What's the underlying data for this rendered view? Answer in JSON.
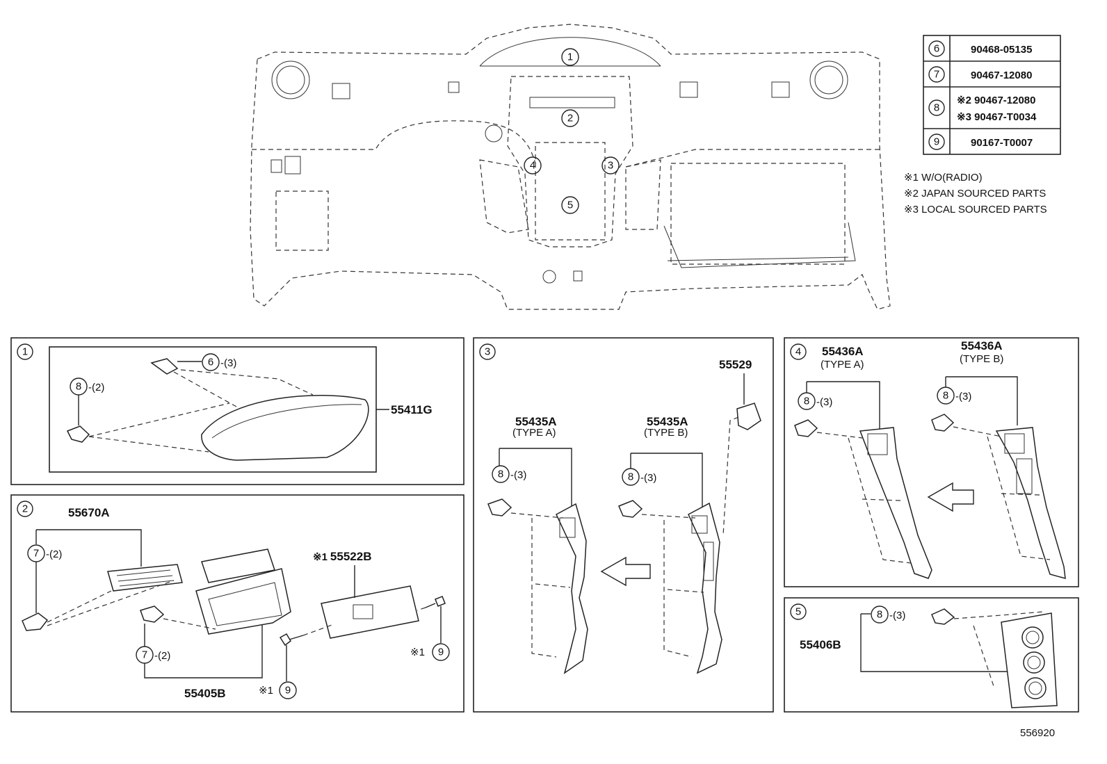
{
  "diagram_number": "556920",
  "legend_table": [
    {
      "ref": "6",
      "part": "90468-05135"
    },
    {
      "ref": "7",
      "part": "90467-12080"
    },
    {
      "ref": "8",
      "line1": "※2 90467-12080",
      "line2": "※3 90467-T0034"
    },
    {
      "ref": "9",
      "part": "90167-T0007"
    }
  ],
  "notes": [
    "※1 W/O(RADIO)",
    "※2 JAPAN SOURCED PARTS",
    "※3 LOCAL SOURCED PARTS"
  ],
  "overview_callouts": [
    "1",
    "2",
    "3",
    "4",
    "5"
  ],
  "panel1": {
    "num": "1",
    "part": "55411G",
    "c6": "6",
    "q6": "-(3)",
    "c8": "8",
    "q8": "-(2)"
  },
  "panel2": {
    "num": "2",
    "part_a": "55670A",
    "part_b": "55405B",
    "part_c": "55522B",
    "mark_c": "※1",
    "c7a": "7",
    "q7a": "-(2)",
    "c7b": "7",
    "q7b": "-(2)",
    "c9a": "9",
    "mark9a": "※1",
    "c9b": "9",
    "mark9b": "※1"
  },
  "panel3": {
    "num": "3",
    "part_a": "55435A",
    "type_a": "(TYPE A)",
    "part_b": "55435A",
    "type_b": "(TYPE B)",
    "part_c": "55529",
    "c8a": "8",
    "q8a": "-(3)",
    "c8b": "8",
    "q8b": "-(3)"
  },
  "panel4": {
    "num": "4",
    "part_a": "55436A",
    "type_a": "(TYPE A)",
    "part_b": "55436A",
    "type_b": "(TYPE B)",
    "c8a": "8",
    "q8a": "-(3)",
    "c8b": "8",
    "q8b": "-(3)"
  },
  "panel5": {
    "num": "5",
    "part": "55406B",
    "c8": "8",
    "q8": "-(3)"
  }
}
